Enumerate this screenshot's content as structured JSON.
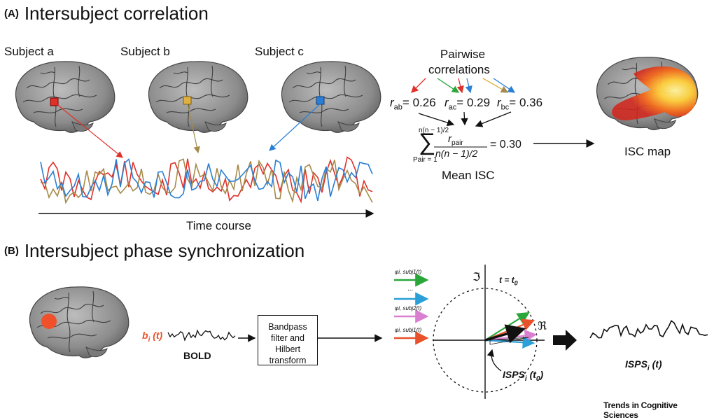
{
  "panel_a": {
    "tag": "(A)",
    "title": "Intersubject correlation",
    "subjects": [
      "Subject a",
      "Subject b",
      "Subject c"
    ],
    "time_axis_label": "Time course",
    "pairwise_title_line1": "Pairwise",
    "pairwise_title_line2": "correlations",
    "r_ab_value": "= 0.26",
    "r_ac_value": "= 0.29",
    "r_bc_value": "= 0.36",
    "r_ab_sub": "ab",
    "r_ac_sub": "ac",
    "r_bc_sub": "bc",
    "r_symbol": "r",
    "sum_upper": "n(n − 1)/2",
    "sum_lower": "Pair = 1",
    "frac_num": "r",
    "frac_num_sub": "pair",
    "frac_den": "n(n − 1)/2",
    "mean_result": "= 0.30",
    "mean_label": "Mean ISC",
    "map_label": "ISC map",
    "series_colors": {
      "a": "#e0302a",
      "b": "#a58a4a",
      "c": "#2a7fd4"
    }
  },
  "panel_b": {
    "tag": "(B)",
    "title": "Intersubject phase synchronization",
    "signal_label": "b",
    "signal_sub": "i",
    "signal_arg": " (t)",
    "bold_label": "BOLD",
    "box_text": [
      "Bandpass",
      "filter and",
      "Hilbert",
      "transform"
    ],
    "phase_labels": [
      "φi, subj1(t)",
      "...",
      "φi, subj2(t)",
      "φi, subj1(t)"
    ],
    "imag_symbol": "ℑ",
    "real_symbol": "ℜ",
    "time_label": "t = t",
    "time_sub": "0",
    "isps_label": "ISPS",
    "isps_sub": "i",
    "isps_arg": " (t",
    "isps_arg_sub": "0",
    "isps_arg_end": ")",
    "output_label": "ISPS",
    "output_sub": "i",
    "output_arg": " (t)",
    "arrow_colors": [
      "#2aa63a",
      "#2a9fd8",
      "#d97fd0",
      "#e8512a"
    ]
  },
  "footer": "Trends in Cognitive Sciences"
}
